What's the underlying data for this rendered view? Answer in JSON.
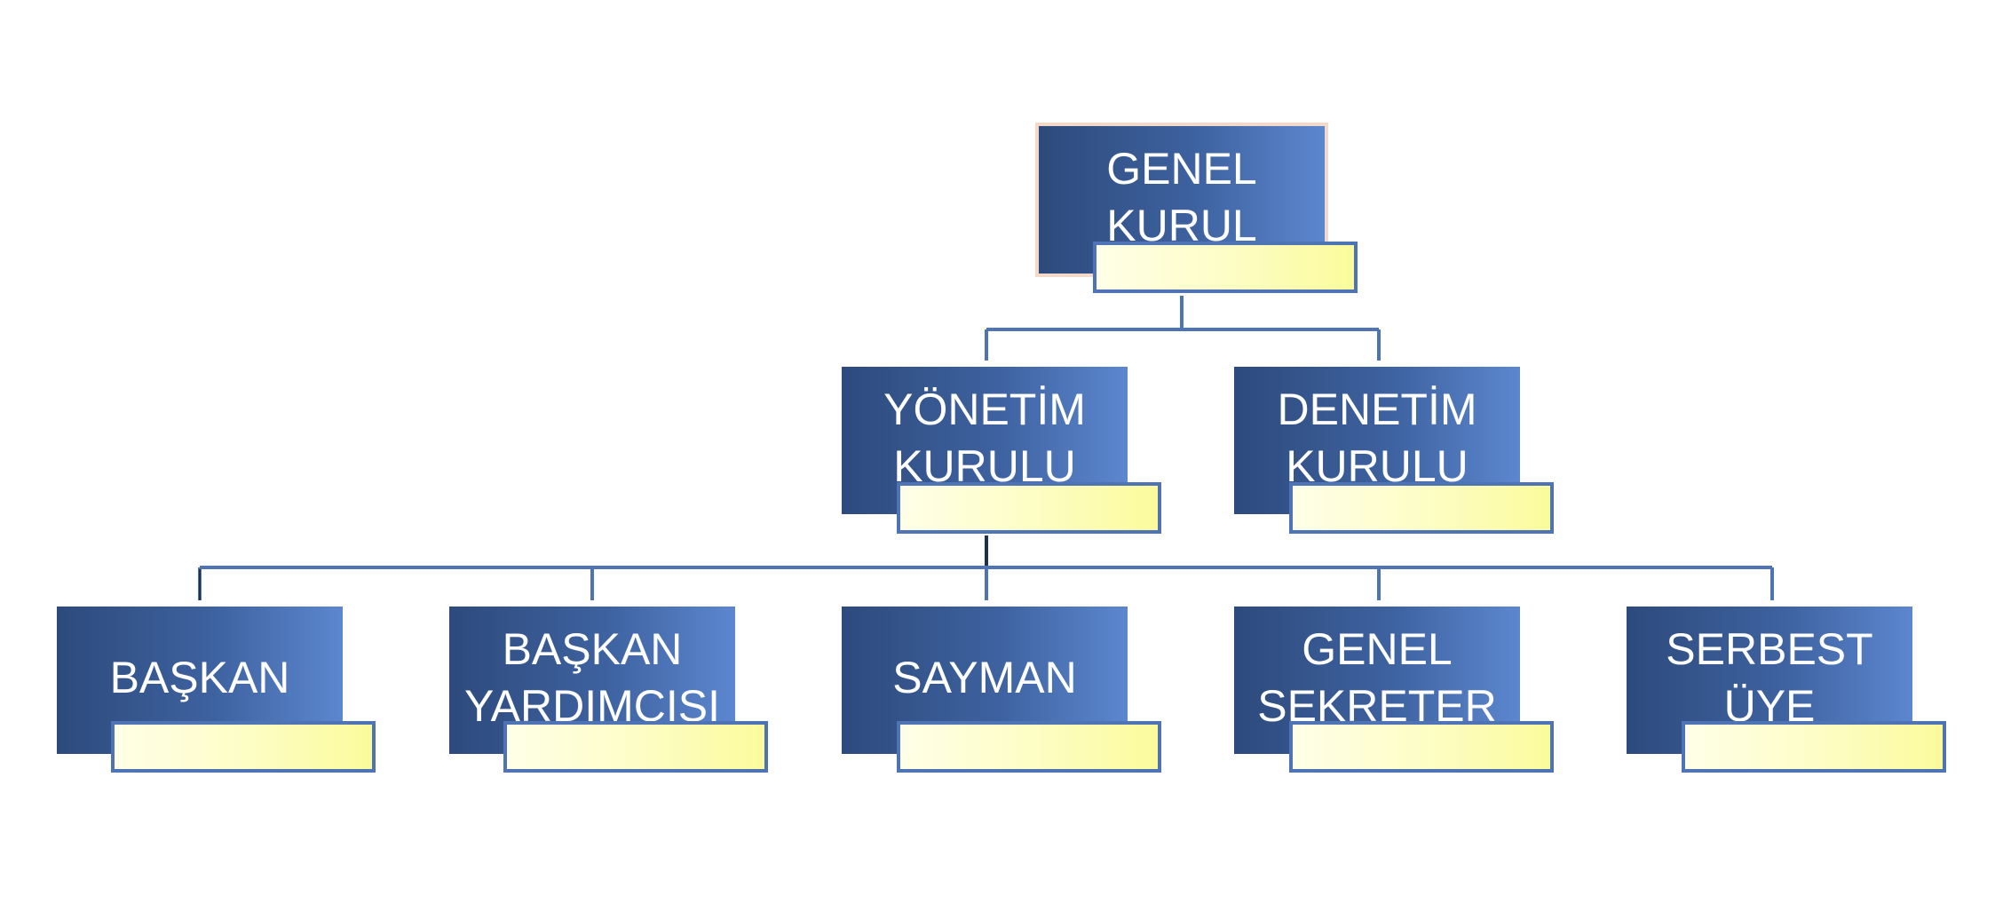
{
  "diagram": {
    "type": "org-chart",
    "colors": {
      "node_fill_dark": "#2d4a7c",
      "node_fill_light": "#5c87cf",
      "node_text": "#ffffff",
      "connector": "#4e74b6",
      "label_fill_light": "#ffffe8",
      "label_fill_yellow": "#fbfb9c",
      "label_border": "#4e74b6",
      "root_outline": "#f3d9c9"
    },
    "nodes": [
      {
        "id": "genel-kurul",
        "lines": [
          "GENEL",
          "KURUL"
        ],
        "parent": null,
        "label_text": ""
      },
      {
        "id": "yonetim-kurulu",
        "lines": [
          "YÖNETİM",
          "KURULU"
        ],
        "parent": "genel-kurul",
        "label_text": ""
      },
      {
        "id": "denetim-kurulu",
        "lines": [
          "DENETİM",
          "KURULU"
        ],
        "parent": "genel-kurul",
        "label_text": ""
      },
      {
        "id": "baskan",
        "lines": [
          "BAŞKAN"
        ],
        "parent": "yonetim-kurulu",
        "label_text": ""
      },
      {
        "id": "baskan-yardimcisi",
        "lines": [
          "BAŞKAN",
          "YARDIMCISI"
        ],
        "parent": "yonetim-kurulu",
        "label_text": ""
      },
      {
        "id": "sayman",
        "lines": [
          "SAYMAN"
        ],
        "parent": "yonetim-kurulu",
        "label_text": ""
      },
      {
        "id": "genel-sekreter",
        "lines": [
          "GENEL",
          "SEKRETER"
        ],
        "parent": "yonetim-kurulu",
        "label_text": ""
      },
      {
        "id": "serbest-uye",
        "lines": [
          "SERBEST",
          "ÜYE"
        ],
        "parent": "yonetim-kurulu",
        "label_text": ""
      }
    ]
  }
}
